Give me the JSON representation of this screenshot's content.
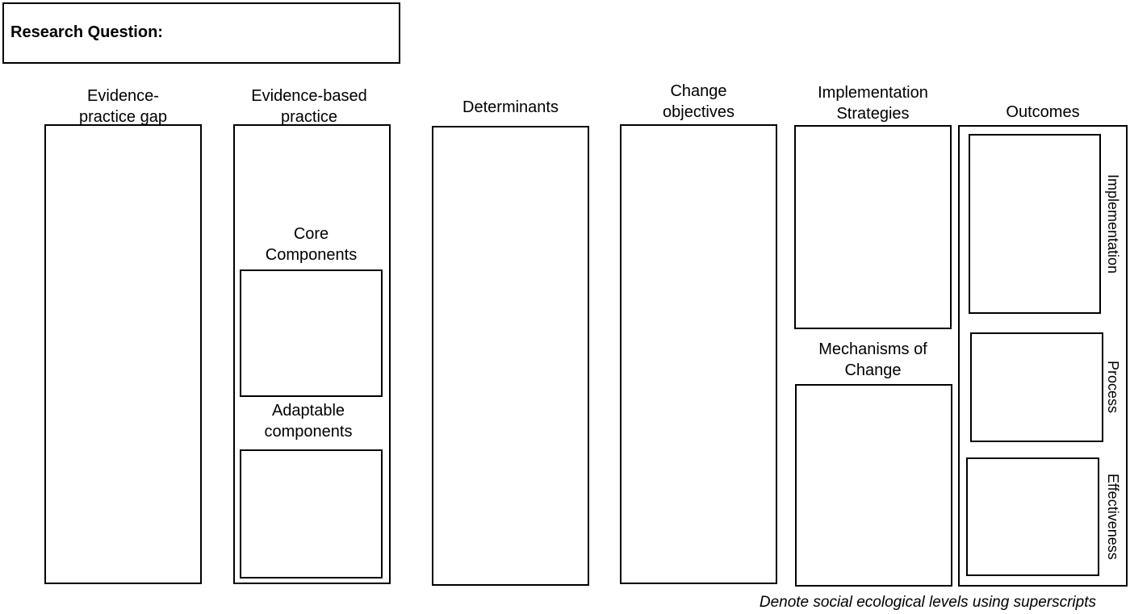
{
  "research_question": {
    "label": "Research Question:"
  },
  "columns": {
    "evidence_practice_gap": {
      "title": "Evidence-\npractice gap"
    },
    "evidence_based_practice": {
      "title": "Evidence-based\npractice",
      "core_components": "Core\nComponents",
      "adaptable_components": "Adaptable\ncomponents"
    },
    "determinants": {
      "title": "Determinants"
    },
    "change_objectives": {
      "title": "Change\nobjectives"
    },
    "implementation_strategies": {
      "title": "Implementation\nStrategies",
      "mechanisms_of_change": "Mechanisms of\nChange"
    },
    "outcomes": {
      "title": "Outcomes",
      "implementation": "Implementation",
      "process": "Process",
      "effectiveness": "Effectiveness"
    }
  },
  "footnote": "Denote social ecological levels using superscripts"
}
